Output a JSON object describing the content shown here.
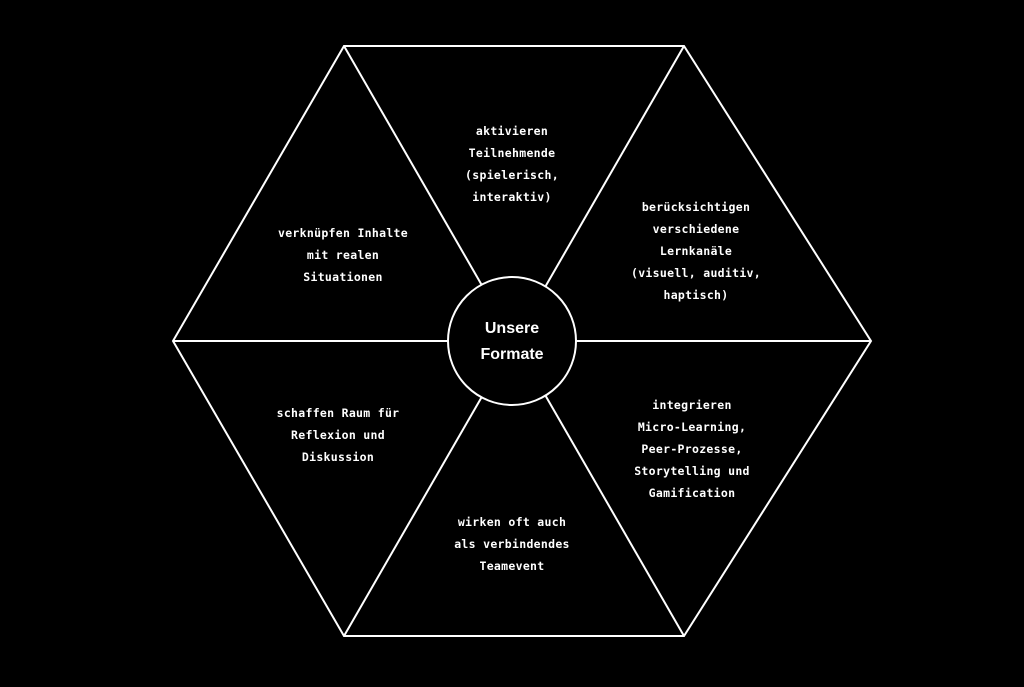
{
  "center": {
    "lines": [
      "Unsere",
      "Formate"
    ]
  },
  "segments": [
    {
      "id": "top",
      "lines": [
        "aktivieren",
        "Teilnehmende",
        "(spielerisch,",
        "interaktiv)"
      ]
    },
    {
      "id": "upper-right",
      "lines": [
        "berücksichtigen",
        "verschiedene",
        "Lernkanäle",
        "(visuell, auditiv,",
        "haptisch)"
      ]
    },
    {
      "id": "lower-right",
      "lines": [
        "integrieren",
        "Micro-Learning,",
        "Peer-Prozesse,",
        "Storytelling und",
        "Gamification"
      ]
    },
    {
      "id": "bottom",
      "lines": [
        "wirken oft auch",
        "als verbindendes",
        "Teamevent"
      ]
    },
    {
      "id": "lower-left",
      "lines": [
        "schaffen Raum für",
        "Reflexion und",
        "Diskussion"
      ]
    },
    {
      "id": "upper-left",
      "lines": [
        "verknüpfen Inhalte",
        "mit realen",
        "Situationen"
      ]
    }
  ],
  "colors": {
    "background": "#000000",
    "stroke": "#ffffff",
    "text": "#ffffff"
  }
}
